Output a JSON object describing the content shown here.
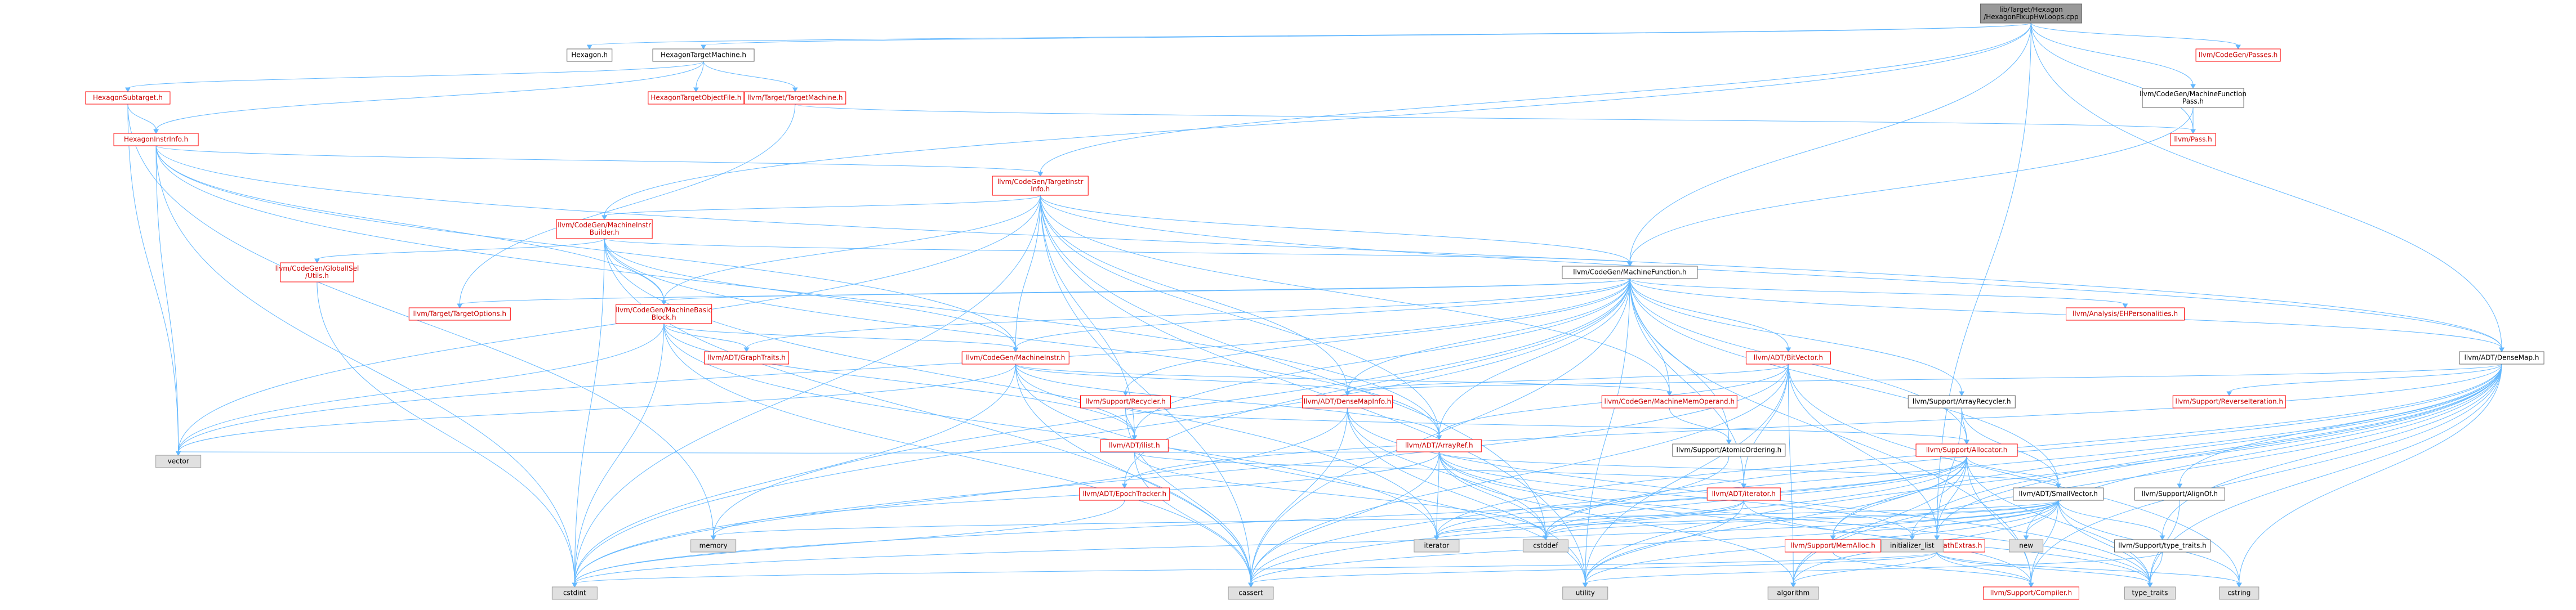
{
  "colors": {
    "edge": "#63B8FF",
    "root_fill": "#999999",
    "root_text": "#000000",
    "doc_fill": "#ffffff",
    "doc_border": "#666666",
    "doc_text": "#000000",
    "red_text": "#cc0000",
    "red_border": "#ff0000",
    "sys_fill": "#e0e0e0",
    "sys_border": "#999999",
    "sys_text": "#000000"
  },
  "nodes": [
    {
      "id": "root",
      "kind": "root",
      "lines": [
        "lib/Target/Hexagon",
        "/HexagonFixupHwLoops.cpp"
      ]
    },
    {
      "id": "hexagon_h",
      "kind": "doc",
      "lines": [
        "Hexagon.h"
      ]
    },
    {
      "id": "hexagontm",
      "kind": "doc",
      "lines": [
        "HexagonTargetMachine.h"
      ]
    },
    {
      "id": "hexagonsub",
      "kind": "red",
      "lines": [
        "HexagonSubtarget.h"
      ]
    },
    {
      "id": "hexagontof",
      "kind": "red",
      "lines": [
        "HexagonTargetObjectFile.h"
      ]
    },
    {
      "id": "llvmtm",
      "kind": "red",
      "lines": [
        "llvm/Target/TargetMachine.h"
      ]
    },
    {
      "id": "mfpass",
      "kind": "doc",
      "lines": [
        "llvm/CodeGen/MachineFunction",
        "Pass.h"
      ]
    },
    {
      "id": "passh",
      "kind": "red",
      "lines": [
        "llvm/Pass.h"
      ]
    },
    {
      "id": "cgpasses",
      "kind": "red",
      "lines": [
        "llvm/CodeGen/Passes.h"
      ]
    },
    {
      "id": "hexinstr",
      "kind": "red",
      "lines": [
        "HexagonInstrInfo.h"
      ]
    },
    {
      "id": "tii",
      "kind": "red",
      "lines": [
        "llvm/CodeGen/TargetInstr",
        "Info.h"
      ]
    },
    {
      "id": "mib",
      "kind": "red",
      "lines": [
        "llvm/CodeGen/MachineInstr",
        "Builder.h"
      ]
    },
    {
      "id": "gisel",
      "kind": "red",
      "lines": [
        "llvm/CodeGen/GlobalISel",
        "/Utils.h"
      ]
    },
    {
      "id": "mf",
      "kind": "doc",
      "lines": [
        "llvm/CodeGen/MachineFunction.h"
      ]
    },
    {
      "id": "targetopts",
      "kind": "red",
      "lines": [
        "llvm/Target/TargetOptions.h"
      ]
    },
    {
      "id": "mbb",
      "kind": "red",
      "lines": [
        "llvm/CodeGen/MachineBasic",
        "Block.h"
      ]
    },
    {
      "id": "graphtraits",
      "kind": "red",
      "lines": [
        "llvm/ADT/GraphTraits.h"
      ]
    },
    {
      "id": "mi",
      "kind": "red",
      "lines": [
        "llvm/CodeGen/MachineInstr.h"
      ]
    },
    {
      "id": "bitvector",
      "kind": "red",
      "lines": [
        "llvm/ADT/BitVector.h"
      ]
    },
    {
      "id": "ehpers",
      "kind": "red",
      "lines": [
        "llvm/Analysis/EHPersonalities.h"
      ]
    },
    {
      "id": "densemap",
      "kind": "doc",
      "lines": [
        "llvm/ADT/DenseMap.h"
      ]
    },
    {
      "id": "recycler",
      "kind": "red",
      "lines": [
        "llvm/Support/Recycler.h"
      ]
    },
    {
      "id": "densemapinfo",
      "kind": "red",
      "lines": [
        "llvm/ADT/DenseMapInfo.h"
      ]
    },
    {
      "id": "mop",
      "kind": "red",
      "lines": [
        "llvm/CodeGen/MachineMemOperand.h"
      ]
    },
    {
      "id": "arrayrecycler",
      "kind": "doc",
      "lines": [
        "llvm/Support/ArrayRecycler.h"
      ]
    },
    {
      "id": "reverseiter",
      "kind": "red",
      "lines": [
        "llvm/Support/ReverseIteration.h"
      ]
    },
    {
      "id": "ilist",
      "kind": "red",
      "lines": [
        "llvm/ADT/ilist.h"
      ]
    },
    {
      "id": "arrayref",
      "kind": "red",
      "lines": [
        "llvm/ADT/ArrayRef.h"
      ]
    },
    {
      "id": "atomicord",
      "kind": "doc",
      "lines": [
        "llvm/Support/AtomicOrdering.h"
      ]
    },
    {
      "id": "allocator",
      "kind": "red",
      "lines": [
        "llvm/Support/Allocator.h"
      ]
    },
    {
      "id": "alignof",
      "kind": "doc",
      "lines": [
        "llvm/Support/AlignOf.h"
      ]
    },
    {
      "id": "epoch",
      "kind": "red",
      "lines": [
        "llvm/ADT/EpochTracker.h"
      ]
    },
    {
      "id": "adtiter",
      "kind": "red",
      "lines": [
        "llvm/ADT/iterator.h"
      ]
    },
    {
      "id": "smallvec",
      "kind": "doc",
      "lines": [
        "llvm/ADT/SmallVector.h"
      ]
    },
    {
      "id": "typetraits",
      "kind": "doc",
      "lines": [
        "llvm/Support/type_traits.h"
      ]
    },
    {
      "id": "mathextras",
      "kind": "red",
      "lines": [
        "llvm/Support/MathExtras.h"
      ]
    },
    {
      "id": "memalloc",
      "kind": "red",
      "lines": [
        "llvm/Support/MemAlloc.h"
      ]
    },
    {
      "id": "compiler",
      "kind": "red",
      "lines": [
        "llvm/Support/Compiler.h"
      ]
    },
    {
      "id": "vector",
      "kind": "sys",
      "lines": [
        "vector"
      ]
    },
    {
      "id": "memory",
      "kind": "sys",
      "lines": [
        "memory"
      ]
    },
    {
      "id": "cstdint",
      "kind": "sys",
      "lines": [
        "cstdint"
      ]
    },
    {
      "id": "cassert",
      "kind": "sys",
      "lines": [
        "cassert"
      ]
    },
    {
      "id": "utility",
      "kind": "sys",
      "lines": [
        "utility"
      ]
    },
    {
      "id": "iterator",
      "kind": "sys",
      "lines": [
        "iterator"
      ]
    },
    {
      "id": "cstddef",
      "kind": "sys",
      "lines": [
        "cstddef"
      ]
    },
    {
      "id": "algorithm",
      "kind": "sys",
      "lines": [
        "algorithm"
      ]
    },
    {
      "id": "initlist",
      "kind": "sys",
      "lines": [
        "initializer_list"
      ]
    },
    {
      "id": "new",
      "kind": "sys",
      "lines": [
        "new"
      ]
    },
    {
      "id": "type_traits",
      "kind": "sys",
      "lines": [
        "type_traits"
      ]
    },
    {
      "id": "cstring",
      "kind": "sys",
      "lines": [
        "cstring"
      ]
    }
  ],
  "edges": [
    [
      "root",
      "hexagon_h"
    ],
    [
      "root",
      "hexagontm"
    ],
    [
      "root",
      "tii"
    ],
    [
      "root",
      "mib"
    ],
    [
      "root",
      "mf"
    ],
    [
      "root",
      "mfpass"
    ],
    [
      "root",
      "passh"
    ],
    [
      "root",
      "densemap"
    ],
    [
      "root",
      "cgpasses"
    ],
    [
      "root",
      "mathextras"
    ],
    [
      "hexagontm",
      "hexagonsub"
    ],
    [
      "hexagontm",
      "hexagontof"
    ],
    [
      "hexagontm",
      "llvmtm"
    ],
    [
      "hexagontm",
      "hexinstr"
    ],
    [
      "llvmtm",
      "passh"
    ],
    [
      "llvmtm",
      "targetopts"
    ],
    [
      "mfpass",
      "passh"
    ],
    [
      "mfpass",
      "mf"
    ],
    [
      "hexagonsub",
      "hexinstr"
    ],
    [
      "hexagonsub",
      "vector"
    ],
    [
      "hexagonsub",
      "memory"
    ],
    [
      "hexinstr",
      "tii"
    ],
    [
      "hexinstr",
      "mbb"
    ],
    [
      "hexinstr",
      "mi"
    ],
    [
      "hexinstr",
      "cstdint"
    ],
    [
      "hexinstr",
      "vector"
    ],
    [
      "hexinstr",
      "densemap"
    ],
    [
      "hexinstr",
      "arrayref"
    ],
    [
      "tii",
      "mib"
    ],
    [
      "tii",
      "mf"
    ],
    [
      "tii",
      "mbb"
    ],
    [
      "tii",
      "mi"
    ],
    [
      "tii",
      "mop"
    ],
    [
      "tii",
      "densemapinfo"
    ],
    [
      "tii",
      "arrayref"
    ],
    [
      "tii",
      "densemap"
    ],
    [
      "tii",
      "cassert"
    ],
    [
      "tii",
      "cstdint"
    ],
    [
      "tii",
      "utility"
    ],
    [
      "tii",
      "vector"
    ],
    [
      "tii",
      "cstddef"
    ],
    [
      "tii",
      "ilist"
    ],
    [
      "mib",
      "gisel"
    ],
    [
      "mib",
      "mf"
    ],
    [
      "mib",
      "mbb"
    ],
    [
      "mib",
      "mi"
    ],
    [
      "mib",
      "arrayref"
    ],
    [
      "mib",
      "cstdint"
    ],
    [
      "mib",
      "cassert"
    ],
    [
      "mib",
      "iterator"
    ],
    [
      "gisel",
      "cstdint"
    ],
    [
      "mf",
      "targetopts"
    ],
    [
      "mf",
      "mbb"
    ],
    [
      "mf",
      "graphtraits"
    ],
    [
      "mf",
      "mi"
    ],
    [
      "mf",
      "bitvector"
    ],
    [
      "mf",
      "ehpers"
    ],
    [
      "mf",
      "densemap"
    ],
    [
      "mf",
      "recycler"
    ],
    [
      "mf",
      "densemapinfo"
    ],
    [
      "mf",
      "mop"
    ],
    [
      "mf",
      "arrayrecycler"
    ],
    [
      "mf",
      "ilist"
    ],
    [
      "mf",
      "arrayref"
    ],
    [
      "mf",
      "atomicord"
    ],
    [
      "mf",
      "allocator"
    ],
    [
      "mf",
      "smallvec"
    ],
    [
      "mf",
      "epoch"
    ],
    [
      "mf",
      "adtiter"
    ],
    [
      "mf",
      "compiler"
    ],
    [
      "mf",
      "cassert"
    ],
    [
      "mf",
      "cstdint"
    ],
    [
      "mf",
      "memory"
    ],
    [
      "mf",
      "utility"
    ],
    [
      "mf",
      "vector"
    ],
    [
      "mbb",
      "graphtraits"
    ],
    [
      "mbb",
      "mi"
    ],
    [
      "mbb",
      "ilist"
    ],
    [
      "mbb",
      "vector"
    ],
    [
      "mbb",
      "cstdint"
    ],
    [
      "mbb",
      "cassert"
    ],
    [
      "mbb",
      "iterator"
    ],
    [
      "mi",
      "mop"
    ],
    [
      "mi",
      "densemapinfo"
    ],
    [
      "mi",
      "arrayref"
    ],
    [
      "mi",
      "ilist"
    ],
    [
      "mi",
      "cstdint"
    ],
    [
      "mi",
      "cassert"
    ],
    [
      "mi",
      "utility"
    ],
    [
      "mi",
      "vector"
    ],
    [
      "bitvector",
      "densemapinfo"
    ],
    [
      "bitvector",
      "arrayref"
    ],
    [
      "bitvector",
      "mathextras"
    ],
    [
      "bitvector",
      "adtiter"
    ],
    [
      "bitvector",
      "algorithm"
    ],
    [
      "bitvector",
      "cassert"
    ],
    [
      "bitvector",
      "climits"
    ],
    [
      "bitvector",
      "cstdint"
    ],
    [
      "bitvector",
      "cstring"
    ],
    [
      "bitvector",
      "utility"
    ],
    [
      "densemap",
      "densemapinfo"
    ],
    [
      "densemap",
      "epoch"
    ],
    [
      "densemap",
      "alignof"
    ],
    [
      "densemap",
      "compiler"
    ],
    [
      "densemap",
      "mathextras"
    ],
    [
      "densemap",
      "memalloc"
    ],
    [
      "densemap",
      "reverseiter"
    ],
    [
      "densemap",
      "typetraits"
    ],
    [
      "densemap",
      "algorithm"
    ],
    [
      "densemap",
      "cassert"
    ],
    [
      "densemap",
      "cstddef"
    ],
    [
      "densemap",
      "cstring"
    ],
    [
      "densemap",
      "initlist"
    ],
    [
      "densemap",
      "iterator"
    ],
    [
      "densemap",
      "new"
    ],
    [
      "densemap",
      "type_traits"
    ],
    [
      "densemap",
      "utility"
    ],
    [
      "recycler",
      "allocator"
    ],
    [
      "recycler",
      "ilist"
    ],
    [
      "recycler",
      "cassert"
    ],
    [
      "densemapinfo",
      "cassert"
    ],
    [
      "densemapinfo",
      "cstddef"
    ],
    [
      "densemapinfo",
      "cstdint"
    ],
    [
      "densemapinfo",
      "tuple"
    ],
    [
      "densemapinfo",
      "type_traits"
    ],
    [
      "densemapinfo",
      "utility"
    ],
    [
      "mop",
      "atomicord"
    ],
    [
      "arrayrecycler",
      "allocator"
    ],
    [
      "arrayrecycler",
      "smallvec"
    ],
    [
      "arrayrecycler",
      "mathextras"
    ],
    [
      "ilist",
      "adtiter"
    ],
    [
      "ilist",
      "cassert"
    ],
    [
      "ilist",
      "cstddef"
    ],
    [
      "arrayref",
      "smallvec"
    ],
    [
      "arrayref",
      "compiler"
    ],
    [
      "arrayref",
      "algorithm"
    ],
    [
      "arrayref",
      "array"
    ],
    [
      "arrayref",
      "cassert"
    ],
    [
      "arrayref",
      "cstddef"
    ],
    [
      "arrayref",
      "initlist"
    ],
    [
      "arrayref",
      "iterator"
    ],
    [
      "arrayref",
      "memory"
    ],
    [
      "arrayref",
      "type_traits"
    ],
    [
      "arrayref",
      "vector"
    ],
    [
      "atomicord",
      "cstddef"
    ],
    [
      "allocator",
      "smallvec"
    ],
    [
      "allocator",
      "compiler"
    ],
    [
      "allocator",
      "mathextras"
    ],
    [
      "allocator",
      "memalloc"
    ],
    [
      "allocator",
      "algorithm"
    ],
    [
      "allocator",
      "cassert"
    ],
    [
      "allocator",
      "cstddef"
    ],
    [
      "allocator",
      "cstdint"
    ],
    [
      "allocator",
      "iterator"
    ],
    [
      "allocator",
      "type_traits"
    ],
    [
      "allocator",
      "utility"
    ],
    [
      "alignof",
      "type_traits"
    ],
    [
      "epoch",
      "cstdint"
    ],
    [
      "adtiter",
      "cstddef"
    ],
    [
      "adtiter",
      "iterator"
    ],
    [
      "adtiter",
      "type_traits"
    ],
    [
      "adtiter",
      "utility"
    ],
    [
      "smallvec",
      "compiler"
    ],
    [
      "smallvec",
      "typetraits"
    ],
    [
      "smallvec",
      "algorithm"
    ],
    [
      "smallvec",
      "cassert"
    ],
    [
      "smallvec",
      "cstddef"
    ],
    [
      "smallvec",
      "cstdlib"
    ],
    [
      "smallvec",
      "cstring"
    ],
    [
      "smallvec",
      "functional"
    ],
    [
      "smallvec",
      "initlist"
    ],
    [
      "smallvec",
      "iterator"
    ],
    [
      "smallvec",
      "limits"
    ],
    [
      "smallvec",
      "memory"
    ],
    [
      "smallvec",
      "new"
    ],
    [
      "smallvec",
      "type_traits"
    ],
    [
      "smallvec",
      "utility"
    ],
    [
      "smallvec",
      "memalloc"
    ],
    [
      "smallvec",
      "cstdint"
    ],
    [
      "typetraits",
      "type_traits"
    ],
    [
      "typetraits",
      "utility"
    ],
    [
      "mathextras",
      "compiler"
    ],
    [
      "mathextras",
      "cassert"
    ],
    [
      "mathextras",
      "climits"
    ],
    [
      "mathextras",
      "cstdint"
    ],
    [
      "mathextras",
      "cstring"
    ],
    [
      "mathextras",
      "type_traits"
    ],
    [
      "mathextras",
      "algorithm"
    ],
    [
      "memalloc",
      "compiler"
    ],
    [
      "memalloc",
      "cstdlib"
    ]
  ]
}
